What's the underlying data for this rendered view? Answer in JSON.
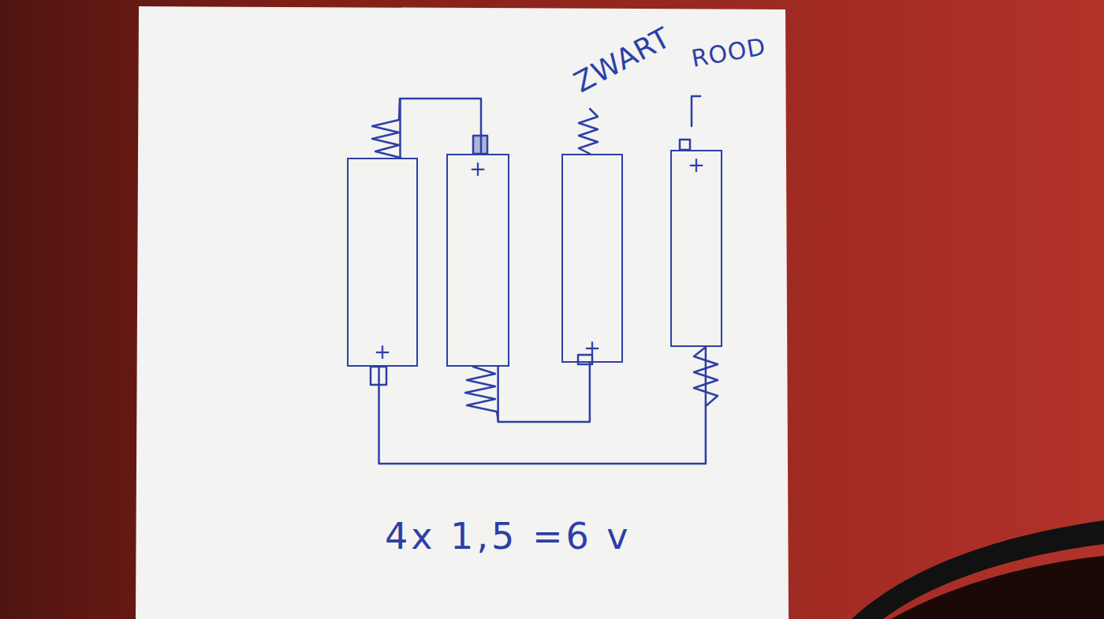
{
  "diagram": {
    "nodes": [
      {
        "text": [
          "+"
        ]
      },
      {
        "text": [
          "+"
        ]
      },
      {
        "text": [
          "+"
        ]
      },
      {
        "text": [
          "+"
        ]
      }
    ],
    "edges": [
      {
        "from": 0,
        "to": 1,
        "arrow": "none"
      },
      {
        "from": 1,
        "to": 2,
        "arrow": "none"
      },
      {
        "from": 0,
        "to": 3,
        "arrow": "none"
      }
    ],
    "labels": [
      "ZWART",
      "ROOD",
      "4x 1,5 =6 v"
    ]
  }
}
